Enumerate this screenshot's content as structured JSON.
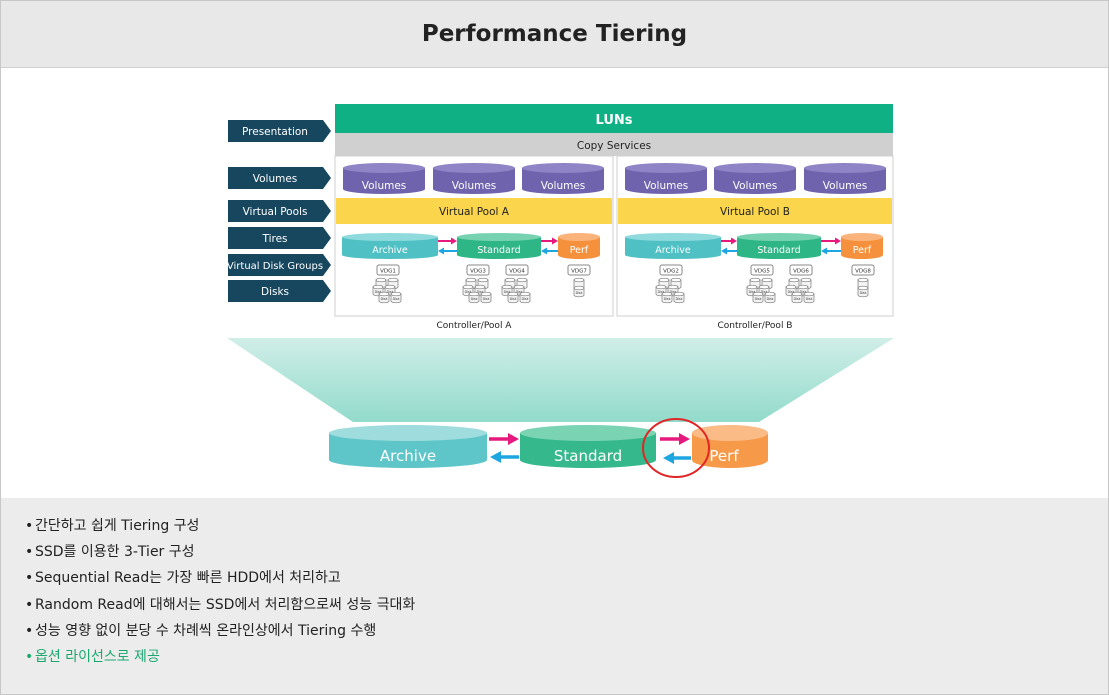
{
  "title": "Performance Tiering",
  "layers": {
    "presentation": "Presentation",
    "volumes": "Volumes",
    "virtual_pools": "Virtual Pools",
    "tires": "Tires",
    "virtual_disk_groups": "Virtual Disk Groups",
    "disks": "Disks"
  },
  "luns": "LUNs",
  "copy_services": "Copy Services",
  "volume_label": "Volumes",
  "pool_a": {
    "name": "Virtual Pool A",
    "tiers": [
      "Archive",
      "Standard",
      "Perf"
    ],
    "vdgs": [
      "VDG1",
      "VDG3",
      "VDG4",
      "VDG7"
    ],
    "caption": "Controller/Pool A"
  },
  "pool_b": {
    "name": "Virtual Pool B",
    "tiers": [
      "Archive",
      "Standard",
      "Perf"
    ],
    "vdgs": [
      "VDG2",
      "VDG5",
      "VDG6",
      "VDG8"
    ],
    "caption": "Controller/Pool B"
  },
  "disk_label": "Disk",
  "big_tiers": [
    "Archive",
    "Standard",
    "Perf"
  ],
  "bullets": [
    "간단하고 쉽게 Tiering 구성",
    "SSD를 이용한 3-Tier 구성",
    "Sequential Read는 가장 빠른 HDD에서 처리하고",
    "Random Read에 대해서는 SSD에서 처리함으로써 성능 극대화",
    "성능 영향 없이 분당 수 차례씩 온라인상에서 Tiering 수행",
    "옵션 라이선스로 제공"
  ],
  "bullet_marker": "•",
  "colors": {
    "luns": "#0fb184",
    "layer_label": "#17475f",
    "volume": "#7468b3",
    "pool": "#fbd54c",
    "archive": "#5ec6c9",
    "standard": "#35b88b",
    "perf": "#f69948",
    "arrow_magenta": "#e6197e",
    "arrow_cyan": "#1ea6e0",
    "highlight": "#e02626",
    "accent_text": "#1aa86f"
  }
}
